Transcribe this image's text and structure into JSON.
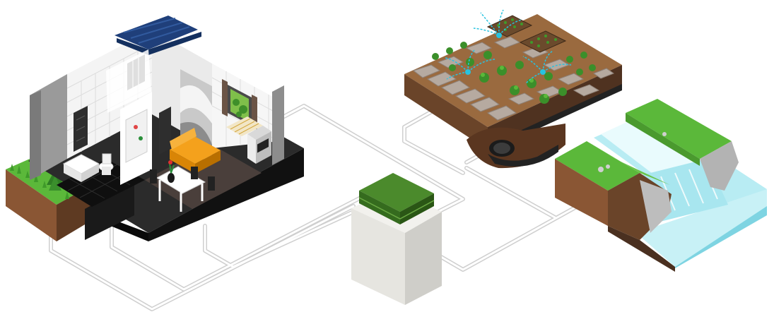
{
  "diagram": {
    "nodes": [
      {
        "id": "house",
        "icon": "house-cutaway-icon"
      },
      {
        "id": "treatment-unit",
        "icon": "treatment-tank-icon"
      },
      {
        "id": "garden",
        "icon": "irrigated-garden-icon"
      },
      {
        "id": "underground-pipe",
        "icon": "drain-pipe-icon"
      },
      {
        "id": "waterfall",
        "icon": "waterfall-river-icon"
      }
    ],
    "connections": [
      {
        "from": "house",
        "to": "treatment-unit"
      },
      {
        "from": "treatment-unit",
        "to": "garden"
      },
      {
        "from": "treatment-unit",
        "to": "waterfall"
      }
    ],
    "colors": {
      "pipe": "#d9d9d9",
      "grass": "#5bb83a",
      "soil": "#7a4a2e",
      "water": "#9fe2ee",
      "sofa": "#f4a11c",
      "roof": "#1f3f7a",
      "tank": "#e9e8e3",
      "tank_lid": "#3f7a25",
      "sprinkler": "#27c3e0"
    }
  }
}
